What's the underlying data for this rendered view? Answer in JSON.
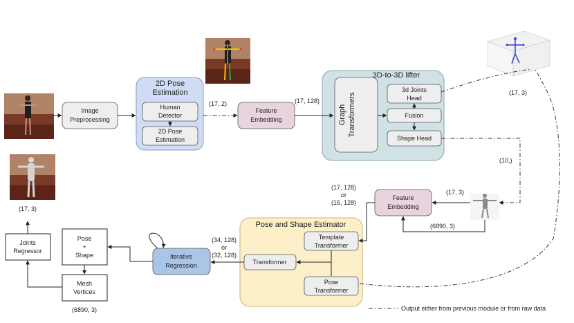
{
  "nodes": {
    "preprocess": [
      "Image",
      "Preprocessing"
    ],
    "pose2d_title": [
      "2D Pose",
      "Estimation"
    ],
    "human_detector": [
      "Human",
      "Detector"
    ],
    "pose2d_inner": [
      "2D Pose",
      "Estimation"
    ],
    "feature_embedding_top": [
      "Feature",
      "Embedding"
    ],
    "lifter_title": "3D-to-3D lifter",
    "graph_transformers": [
      "Graph",
      "Transformers"
    ],
    "joints_head": [
      "3d Joints",
      "Head"
    ],
    "fusion": "Fusion",
    "shape_head": "Shape Head",
    "feature_embedding_bottom": [
      "Feature",
      "Embedding"
    ],
    "estimator_title": "Pose and Shape Estimator",
    "template_transformer": [
      "Template",
      "Transformer"
    ],
    "transformer": "Transformer",
    "pose_transformer": [
      "Pose",
      "Transformer"
    ],
    "iterative_regression": [
      "Iterative",
      "Regression"
    ],
    "pose_shape": [
      "Pose",
      "+",
      "Shape"
    ],
    "mesh_vertices": [
      "Mesh",
      "Vertices"
    ],
    "joints_regressor": [
      "Joints",
      "Regressor"
    ]
  },
  "edge_labels": {
    "after_2d": "(17, 2)",
    "after_embedding": "(17, 128)",
    "joints_out": "(17, 3)",
    "shape_out": "(10,)",
    "mesh_to_embedding": "(17, 3)",
    "mesh_verts_in": "(6890, 3)",
    "to_estimator": [
      "(17, 128)",
      "or",
      "(15, 128)"
    ],
    "to_regression": [
      "(34, 128)",
      "or",
      "(32, 128)"
    ],
    "final_joints": "(17, 3)",
    "final_vertices": "(6890, 3)"
  },
  "legend": "Output either from previous module or from raw data",
  "colors": {
    "gray_box": "#eeeeee",
    "blue_container": "#cfdcf3",
    "pink_box": "#e8d3df",
    "teal_container": "#d0e2e5",
    "yellow_container": "#fdf0c9",
    "blue_box": "#a9c6e8"
  }
}
